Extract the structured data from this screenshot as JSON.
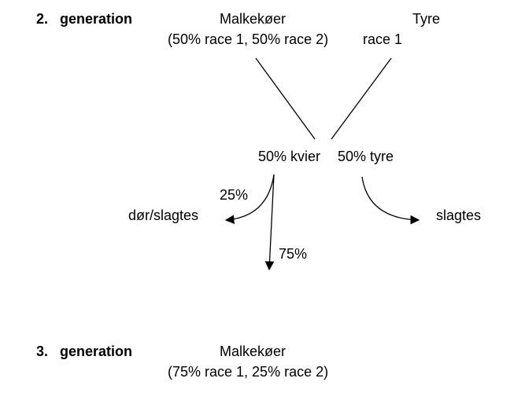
{
  "gen2": {
    "number": "2.",
    "label": "generation",
    "cows_title": "Malkekøer",
    "cows_detail": "(50% race 1, 50% race 2)",
    "bulls_title": "Tyre",
    "bulls_detail": "race 1"
  },
  "offspring": {
    "heifers": "50% kvier",
    "bulls": "50% tyre"
  },
  "outcomes": {
    "heifers_culled_pct": "25%",
    "heifers_culled_label": "dør/slagtes",
    "heifers_kept_pct": "75%",
    "bulls_label": "slagtes"
  },
  "gen3": {
    "number": "3.",
    "label": "generation",
    "cows_title": "Malkekøer",
    "cows_detail": "(75% race 1, 25% race 2)"
  }
}
